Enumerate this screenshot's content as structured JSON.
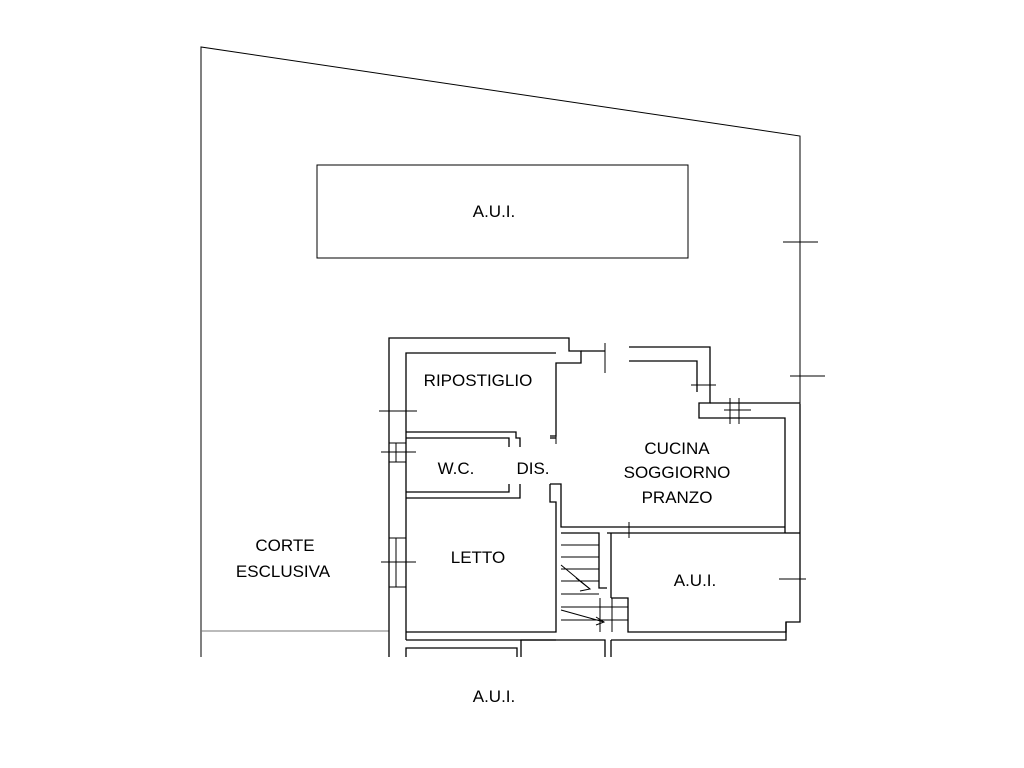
{
  "labels": {
    "aui_top": "A.U.I.",
    "ripostiglio": "RIPOSTIGLIO",
    "wc": "W.C.",
    "dis": "DIS.",
    "cucina": "CUCINA",
    "soggiorno": "SOGGIORNO",
    "pranzo": "PRANZO",
    "letto": "LETTO",
    "corte": "CORTE",
    "esclusiva": "ESCLUSIVA",
    "aui_right": "A.U.I.",
    "aui_bottom": "A.U.I."
  },
  "colors": {
    "line": "#000000",
    "ground_line": "#777777",
    "background": "#ffffff"
  }
}
